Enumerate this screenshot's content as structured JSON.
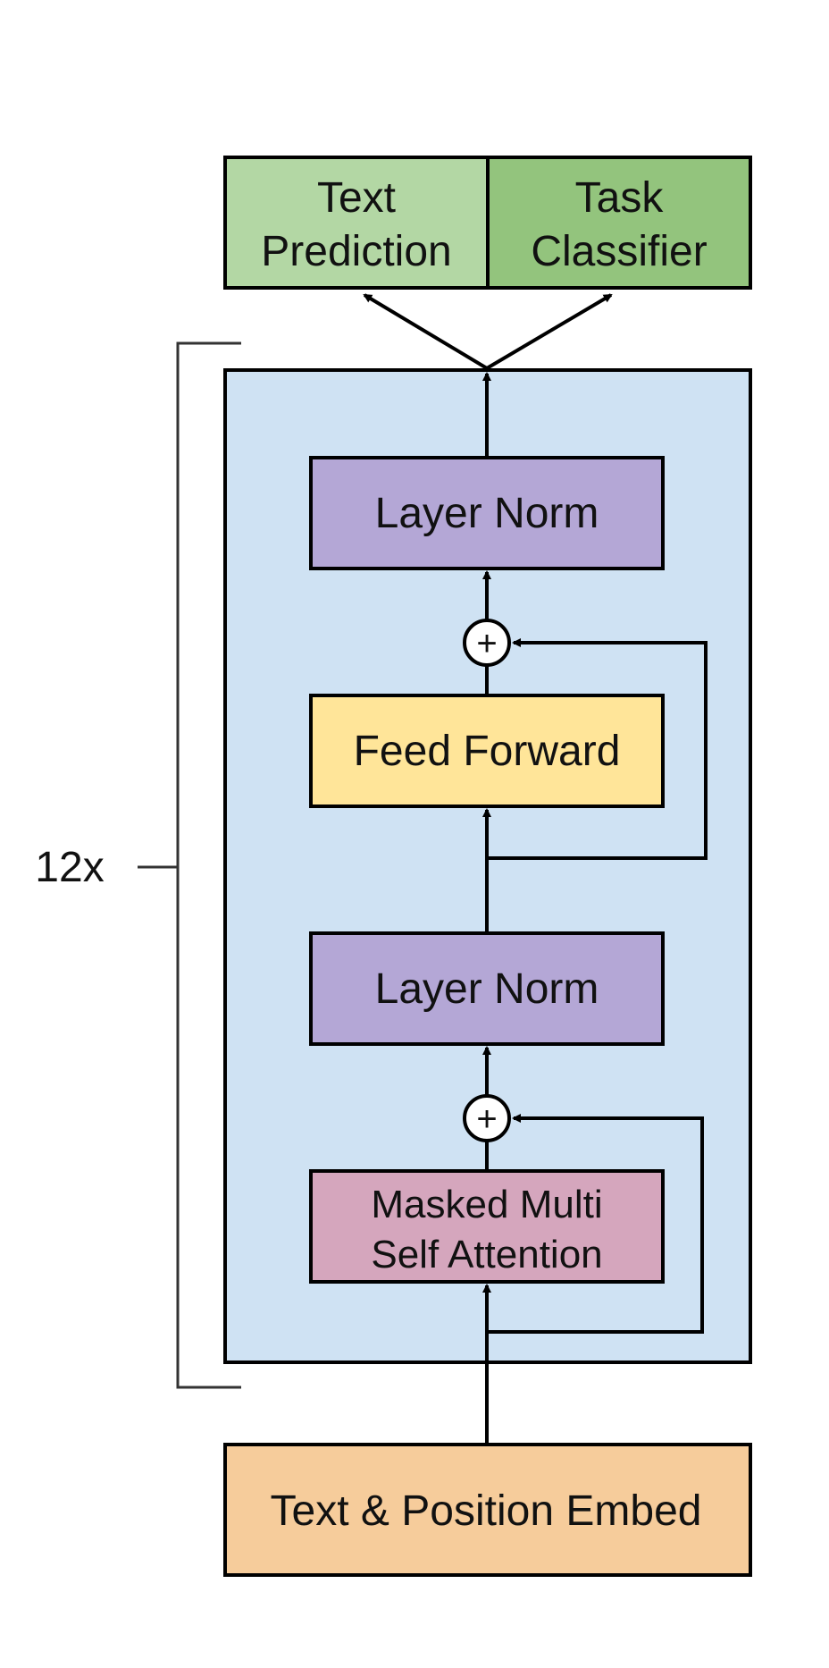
{
  "repeat_label": "12x",
  "heads": [
    {
      "line1": "Text",
      "line2": "Prediction",
      "color": "#b3d7a4"
    },
    {
      "line1": "Task",
      "line2": "Classifier",
      "color": "#93c47d"
    }
  ],
  "block": {
    "background": "#cfe2f3",
    "layer_norm_top": {
      "label": "Layer Norm",
      "color": "#b4a7d6"
    },
    "feed_forward": {
      "label": "Feed Forward",
      "color": "#ffe599"
    },
    "layer_norm_bottom": {
      "label": "Layer Norm",
      "color": "#b4a7d6"
    },
    "attention": {
      "line1": "Masked Multi",
      "line2": "Self Attention",
      "color": "#d5a6bd"
    },
    "add_symbol": "+"
  },
  "embed": {
    "label": "Text & Position Embed",
    "color": "#f6cc9b"
  }
}
